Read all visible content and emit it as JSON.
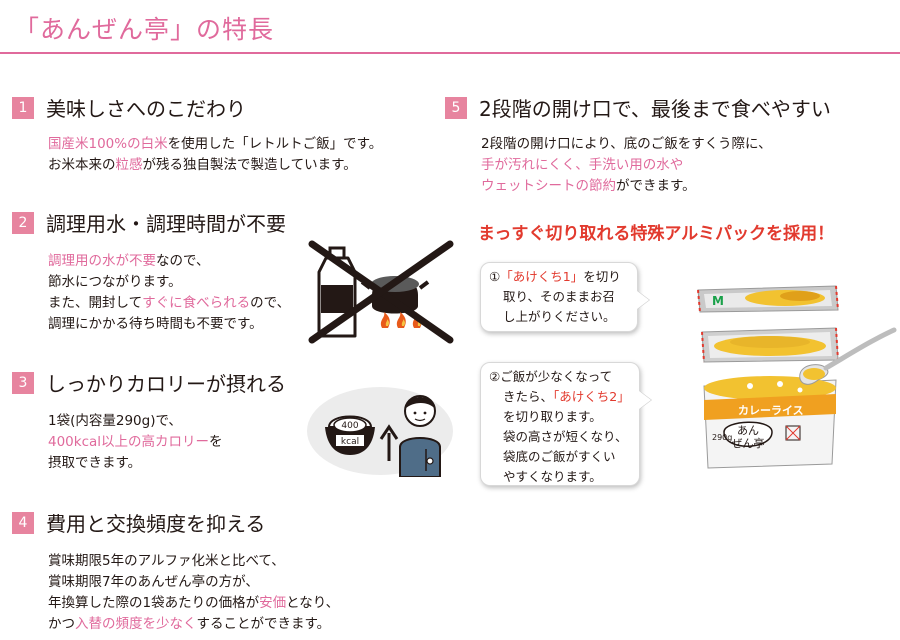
{
  "page": {
    "title": "「あんぜん亭」の特長"
  },
  "sections": {
    "s1": {
      "number": "1",
      "title": "美味しさへのこだわり",
      "line1": [
        {
          "t": "国産米100%の白米",
          "pink": true
        },
        {
          "t": "を使用した「レトルトご飯」です。",
          "pink": false
        }
      ],
      "line2": [
        {
          "t": "お米本来の",
          "pink": false
        },
        {
          "t": "粒感",
          "pink": true
        },
        {
          "t": "が残る独自製法で製造しています。",
          "pink": false
        }
      ]
    },
    "s2": {
      "number": "2",
      "title": "調理用水・調理時間が不要",
      "line1": [
        {
          "t": "調理用の水が不要",
          "pink": true
        },
        {
          "t": "なので、",
          "pink": false
        }
      ],
      "line2": [
        {
          "t": "節水につながります。",
          "pink": false
        }
      ],
      "line3": [
        {
          "t": "また、開封して",
          "pink": false
        },
        {
          "t": "すぐに食べられる",
          "pink": true
        },
        {
          "t": "ので、",
          "pink": false
        }
      ],
      "line4": [
        {
          "t": "調理にかかる待ち時間も不要です。",
          "pink": false
        }
      ]
    },
    "s3": {
      "number": "3",
      "title": "しっかりカロリーが摂れる",
      "line1": [
        {
          "t": "1袋(内容量290g)で、",
          "pink": false
        }
      ],
      "line2": [
        {
          "t": "400kcal以上の高カロリー",
          "pink": true
        },
        {
          "t": "を",
          "pink": false
        }
      ],
      "line3": [
        {
          "t": "摂取できます。",
          "pink": false
        }
      ],
      "bowl_label_1": "400",
      "bowl_label_2": "kcal"
    },
    "s4": {
      "number": "4",
      "title": "費用と交換頻度を抑える",
      "line1": [
        {
          "t": "賞味期限5年のアルファ化米と比べて、",
          "pink": false
        }
      ],
      "line2": [
        {
          "t": "賞味期限7年のあんぜん亭の方が、",
          "pink": false
        }
      ],
      "line3": [
        {
          "t": "年換算した際の1袋あたりの価格が",
          "pink": false
        },
        {
          "t": "安価",
          "pink": true
        },
        {
          "t": "となり、",
          "pink": false
        }
      ],
      "line4": [
        {
          "t": "かつ",
          "pink": false
        },
        {
          "t": "入替の頻度を少なく",
          "pink": true
        },
        {
          "t": "することができます。",
          "pink": false
        }
      ]
    },
    "s5": {
      "number": "5",
      "title": "2段階の開け口で、最後まで食べやすい",
      "line1": [
        {
          "t": "2段階の開け口により、底のご飯をすくう際に、",
          "pink": false
        }
      ],
      "line2": [
        {
          "t": "手が汚れにくく、手洗い用の水や",
          "pink": true
        }
      ],
      "line3": [
        {
          "t": "ウェットシートの節約",
          "pink": true
        },
        {
          "t": "ができます。",
          "pink": false
        }
      ]
    }
  },
  "highlight": "まっすぐ切り取れる特殊アルミパックを採用！",
  "callout1": {
    "l1_prefix": "①",
    "l1_red": "「あけくち1」",
    "l1_suffix": "を切り",
    "l2": "取り、そのままお召",
    "l3": "し上がりください。"
  },
  "callout2": {
    "l1": "②ご飯が少なくなって",
    "l2_prefix": "きたら、",
    "l2_red": "「あけくち2」",
    "l3": "を切り取ります。",
    "l4": "袋の高さが短くなり、",
    "l5": "袋底のご飯がすくい",
    "l6": "やすくなります。"
  },
  "package": {
    "band_text": "カレーライス",
    "logo_line1": "あん",
    "logo_line2": "ぜん亭",
    "weight": "290g"
  },
  "colors": {
    "accent_pink": "#e06a9c",
    "badge_pink": "#e7849f",
    "highlight_red": "#e23a2e",
    "package_orange": "#f0a020",
    "rice_yellow": "#f2c230"
  },
  "icons": [
    "no-water-no-cooking-icon",
    "rice-bowl-icon",
    "person-icon",
    "curry-package-image",
    "spoon-icon"
  ]
}
